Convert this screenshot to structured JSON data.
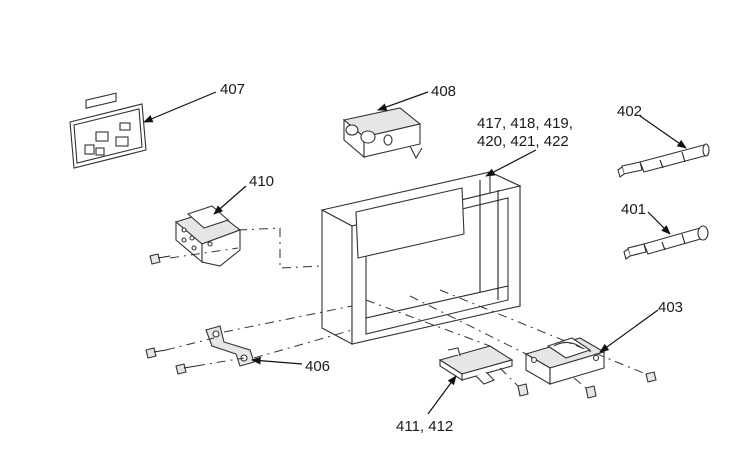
{
  "callouts": [
    {
      "id": "407",
      "text": "407"
    },
    {
      "id": "408",
      "text": "408"
    },
    {
      "id": "417-422",
      "line1": "417, 418, 419,",
      "line2": "420, 421, 422"
    },
    {
      "id": "402",
      "text": "402"
    },
    {
      "id": "401",
      "text": "401"
    },
    {
      "id": "410",
      "text": "410"
    },
    {
      "id": "403",
      "text": "403"
    },
    {
      "id": "406",
      "text": "406"
    },
    {
      "id": "411-412",
      "text": "411, 412"
    }
  ],
  "colors": {
    "line": "#222222",
    "fill": "#ffffff",
    "shade": "#e6e6e6"
  }
}
